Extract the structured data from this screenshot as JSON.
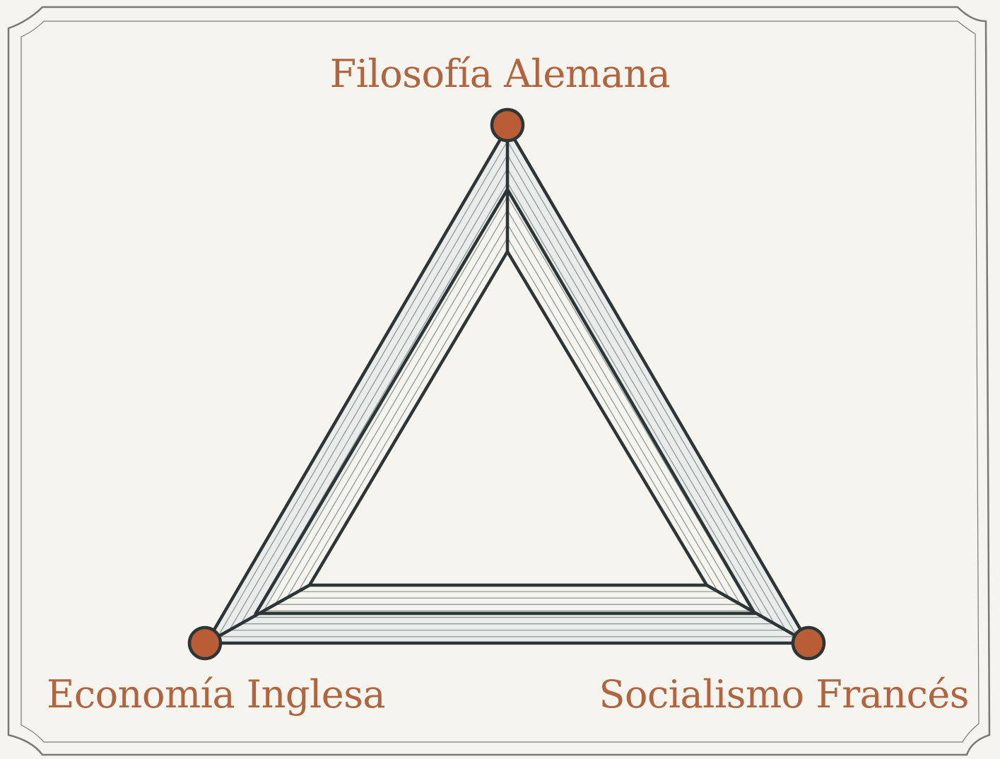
{
  "nodes": [
    {
      "id": "top",
      "label": "Filosofía Alemana"
    },
    {
      "id": "left",
      "label": "Economía Inglesa"
    },
    {
      "id": "right",
      "label": "Socialismo Francés"
    }
  ],
  "colors": {
    "background": "#f6f4ef",
    "accent": "#b0643f",
    "node_fill": "#b85d36",
    "line": "#2e3536",
    "hatch": "#8f9a97",
    "frame": "#7a7a72"
  }
}
